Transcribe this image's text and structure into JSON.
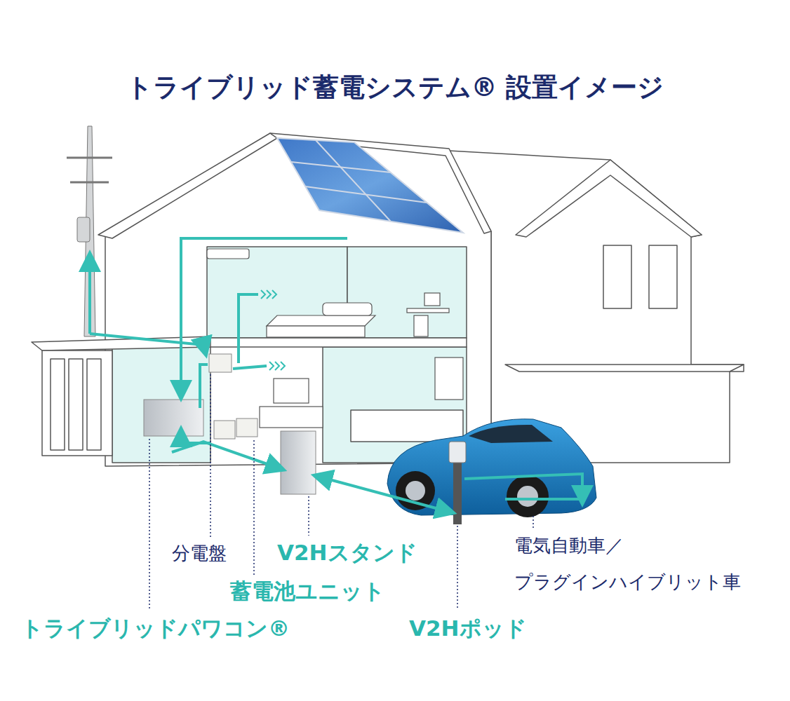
{
  "diagram": {
    "title": "トライブリッド蓄電システム® 設置イメージ",
    "labels": [
      "分電盤",
      "V2Hスタンド",
      "蓄電池ユニット",
      "トライブリッドパワコン®",
      "V2Hポッド",
      "電気自動車／ プラグインハイブリット車"
    ]
  }
}
